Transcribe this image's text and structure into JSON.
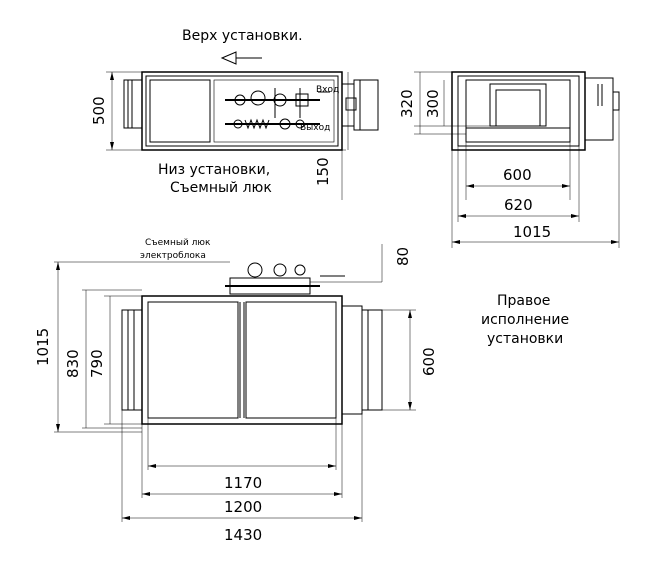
{
  "labels": {
    "top_direction": "Верх установки.",
    "bottom_line1": "Низ установки,",
    "bottom_line2": "Съемный люк",
    "inlet": "Вход",
    "outlet": "Выход",
    "panel_line1": "Съемный люк",
    "panel_line2": "электроблока",
    "right_line1": "Правое",
    "right_line2": "исполнение",
    "right_line3": "установки"
  },
  "dimensions": {
    "side_height": "500",
    "side_bottom": "150",
    "front_320": "320",
    "front_300": "300",
    "front_600": "600",
    "front_620": "620",
    "front_1015": "1015",
    "plan_80": "80",
    "plan_1015": "1015",
    "plan_830": "830",
    "plan_790": "790",
    "plan_600": "600",
    "plan_1170": "1170",
    "plan_1200": "1200",
    "plan_1430": "1430"
  },
  "icons": {
    "direction_arrow": "arrow-left-icon"
  }
}
